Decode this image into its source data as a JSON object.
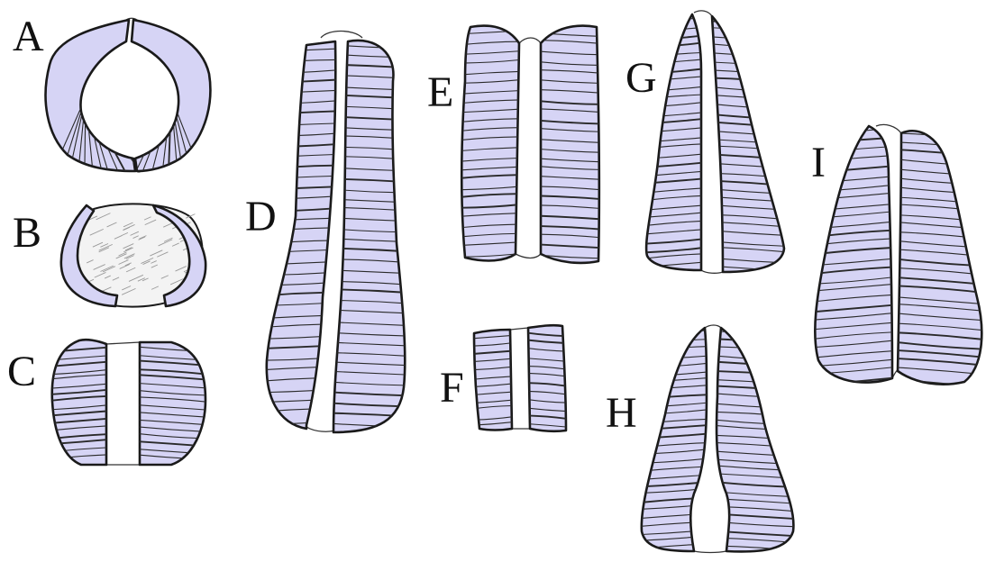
{
  "colors": {
    "tissue": "#d6d4f5",
    "outline": "#1a1a1a",
    "yolk": "#f3f3f3"
  },
  "panels": {
    "a": "A",
    "b": "B",
    "c": "C",
    "d": "D",
    "e": "E",
    "f": "F",
    "g": "G",
    "h": "H",
    "i": "I"
  }
}
